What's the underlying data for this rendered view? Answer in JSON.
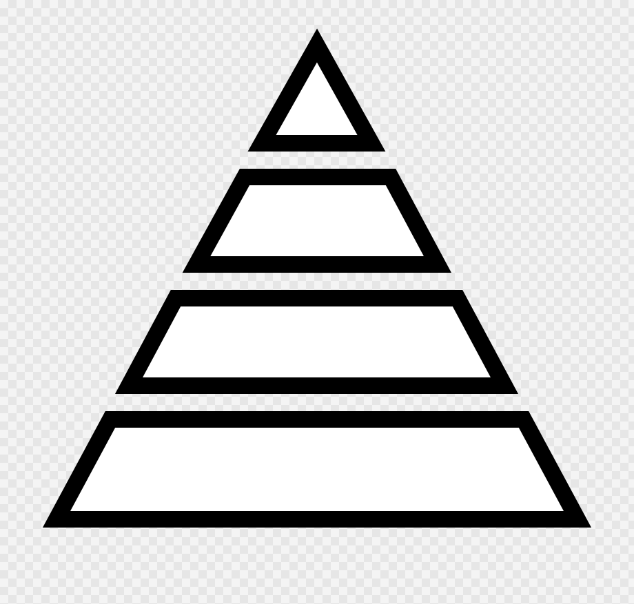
{
  "icon": {
    "name": "pyramid-icon",
    "stroke_color": "#000000",
    "fill_color": "#ffffff",
    "background_colors": [
      "#f4f4f4",
      "#e6e6e6"
    ],
    "tier_count": 4,
    "tiers": [
      {
        "name": "pyramid-tier-top",
        "shape": "triangle"
      },
      {
        "name": "pyramid-tier-upper-middle",
        "shape": "trapezoid"
      },
      {
        "name": "pyramid-tier-lower-middle",
        "shape": "trapezoid"
      },
      {
        "name": "pyramid-tier-base",
        "shape": "trapezoid"
      }
    ]
  }
}
